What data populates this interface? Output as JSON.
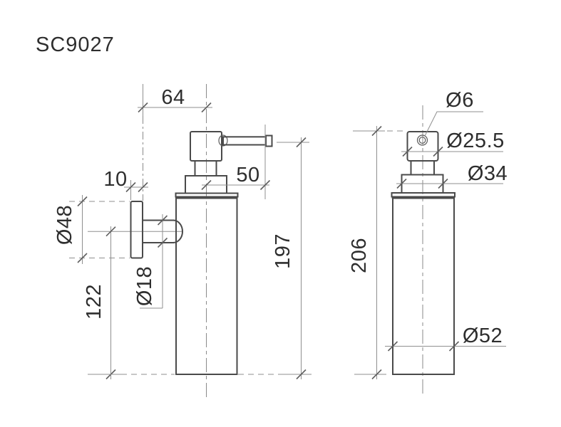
{
  "title": "SC9027",
  "colors": {
    "outline": "#4a4a4a",
    "dim": "#8f8f8f",
    "text": "#2e2e2e",
    "bg": "#ffffff"
  },
  "views": {
    "side": {
      "name": "side-view-wall-mounted"
    },
    "front": {
      "name": "front-view"
    }
  },
  "dims": {
    "wall_to_center": "64",
    "plate_thickness": "10",
    "backplate_diameter": "Ø48",
    "arm_diameter": "Ø18",
    "center_height": "122",
    "spout_reach": "50",
    "overall_height": "197",
    "outlet_diameter": "Ø6",
    "head_diameter": "Ø25.5",
    "collar_diameter": "Ø34",
    "front_height": "206",
    "body_diameter": "Ø52"
  }
}
